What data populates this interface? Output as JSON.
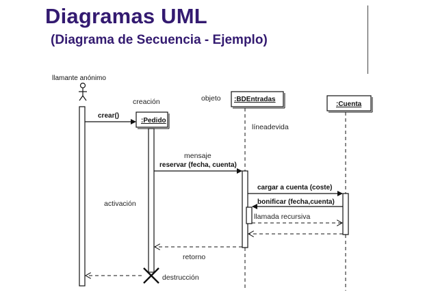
{
  "header": {
    "title": "Diagramas UML",
    "subtitle": "(Diagrama de Secuencia  - Ejemplo)"
  },
  "diagram": {
    "actor_label": "llamante anónimo",
    "objects": {
      "pedido": ":Pedido",
      "bdentradas": ":BDEntradas",
      "cuenta": ":Cuenta"
    },
    "annotations": {
      "creacion": "creación",
      "objeto": "objeto",
      "lineadevida": "líneadevida",
      "activacion": "activación",
      "retorno": "retorno",
      "destruccion": "destrucción",
      "mensaje": "mensaje"
    },
    "messages": {
      "crear": "crear()",
      "reservar": "reservar (fecha, cuenta)",
      "cargar": "cargar a cuenta (coste)",
      "bonificar": "bonificar (fecha,cuenta)",
      "llamada": "llamada recursiva"
    }
  }
}
